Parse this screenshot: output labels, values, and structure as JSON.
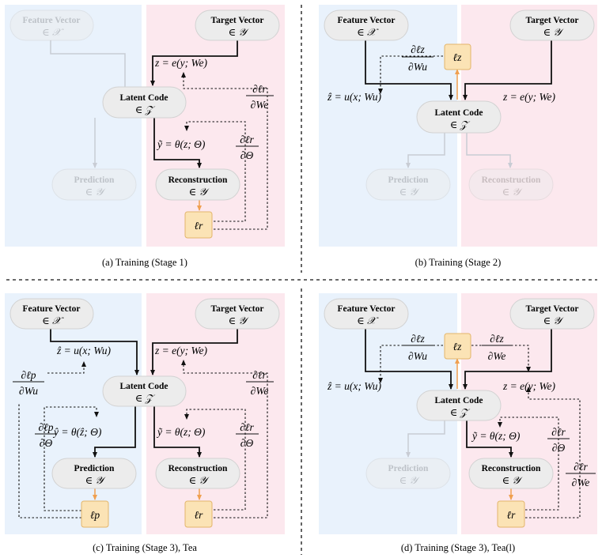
{
  "nodes": {
    "feature_vector": {
      "title": "Feature Vector",
      "sub": "∈ 𝒳"
    },
    "target_vector": {
      "title": "Target Vector",
      "sub": "∈ 𝒴"
    },
    "latent_code": {
      "title": "Latent Code",
      "sub": "∈ 𝒵"
    },
    "prediction": {
      "title": "Prediction",
      "sub": "∈ 𝒴"
    },
    "reconstruction": {
      "title": "Reconstruction",
      "sub": "∈ 𝒴"
    }
  },
  "losses": {
    "lr": "ℓr",
    "lz": "ℓz",
    "lp": "ℓp"
  },
  "equations": {
    "z_enc": "z = e(y; We)",
    "zhat_enc": "ẑ = u(x; Wu)",
    "ytilde": "ỹ = θ(z; Θ)",
    "yhat": "ŷ = θ(ẑ; Θ)",
    "ytilde_hat": "ỹ = θ(z; Θ)"
  },
  "gradients": {
    "dlr_dWe": {
      "num": "∂ℓr",
      "den": "∂We"
    },
    "dlr_dTheta": {
      "num": "∂ℓr",
      "den": "∂Θ"
    },
    "dlz_dWu": {
      "num": "∂ℓz",
      "den": "∂Wu"
    },
    "dlz_dWe": {
      "num": "∂ℓz",
      "den": "∂We"
    },
    "dlp_dWu": {
      "num": "∂ℓp",
      "den": "∂Wu"
    },
    "dlp_dTheta": {
      "num": "∂ℓp",
      "den": "∂Θ"
    }
  },
  "captions": {
    "a": "(a) Training (Stage 1)",
    "b": "(b) Training (Stage 2)",
    "c": "(c) Training (Stage 3), Tea",
    "d": "(d) Training (Stage 3), Tea(l)"
  },
  "colors": {
    "blue_bg": "#e9f2fc",
    "pink_bg": "#fce8ee",
    "node_fill": "#ececec",
    "loss_fill": "#fbe3b5",
    "loss_stroke": "#e3b56a",
    "orange_arrow": "#f0a050",
    "active_line": "#111111",
    "inactive_line": "#c8ccd4"
  }
}
